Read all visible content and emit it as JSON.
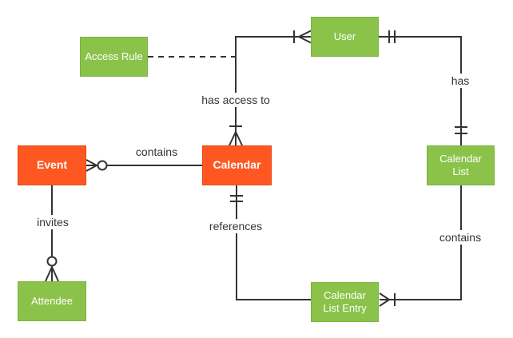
{
  "diagram": {
    "type": "entity-relationship-diagram",
    "colors": {
      "entity_orange": "#FF5722",
      "entity_orange_border": "#E64A19",
      "entity_green": "#8BC34A",
      "entity_green_border": "#7CB342",
      "line": "#333333",
      "label_text": "#333333",
      "entity_text": "#FFFFFF",
      "background": "#FFFFFF"
    },
    "entities": {
      "event": {
        "label": "Event",
        "color": "orange"
      },
      "calendar": {
        "label": "Calendar",
        "color": "orange"
      },
      "user": {
        "label": "User",
        "color": "green"
      },
      "access_rule": {
        "label": "Access Rule",
        "color": "green"
      },
      "calendar_list": {
        "label": "Calendar List",
        "color": "green"
      },
      "attendee": {
        "label": "Attendee",
        "color": "green"
      },
      "calendar_list_entry": {
        "label": "Calendar List Entry",
        "color": "green"
      }
    },
    "relationships": {
      "calendar_contains_events": {
        "label": "contains",
        "a": "Event",
        "a_cardinality": "zero-or-many",
        "b": "Calendar",
        "b_cardinality": "unspecified"
      },
      "has_access_to": {
        "label": "has access to",
        "a": "Calendar",
        "a_cardinality": "one-or-many",
        "b": "User",
        "b_cardinality": "one-or-many"
      },
      "user_has_calendar_list": {
        "label": "has",
        "a": "User",
        "a_cardinality": "exactly-one",
        "b": "Calendar List",
        "b_cardinality": "exactly-one"
      },
      "event_invites_attendees": {
        "label": "invites",
        "a": "Event",
        "a_cardinality": "unspecified",
        "b": "Attendee",
        "b_cardinality": "zero-or-many"
      },
      "entry_references_calendar": {
        "label": "references",
        "a": "Calendar",
        "a_cardinality": "exactly-one",
        "b": "Calendar List Entry",
        "b_cardinality": "unspecified"
      },
      "list_contains_entries": {
        "label": "contains",
        "a": "Calendar List",
        "a_cardinality": "unspecified",
        "b": "Calendar List Entry",
        "b_cardinality": "one-or-many"
      },
      "access_rule_association": {
        "label": "",
        "a": "Access Rule",
        "b": "has access to relationship",
        "style": "dashed"
      }
    }
  }
}
